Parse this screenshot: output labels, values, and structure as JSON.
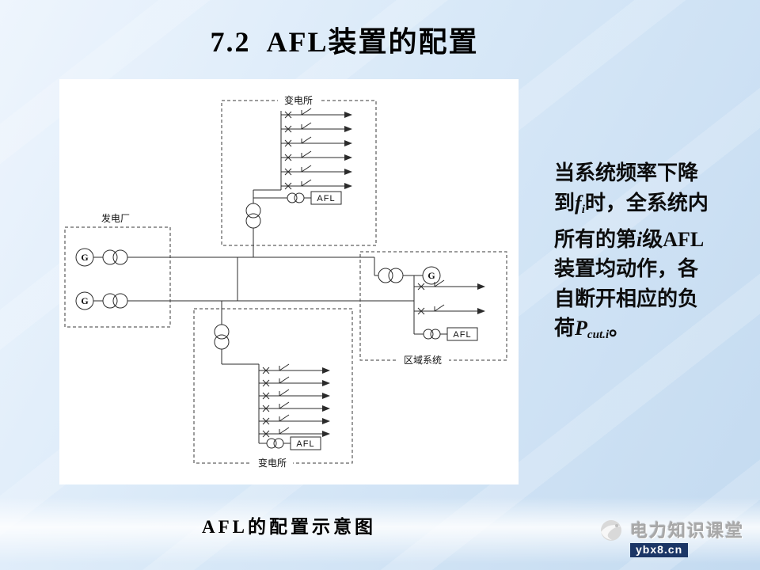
{
  "slide": {
    "title": "7.2  AFL装置的配置",
    "caption": "AFL的配置示意图"
  },
  "paragraph": {
    "line1": "当系统频率下降",
    "line2_pre": "到",
    "line2_math": "f",
    "line2_sub": "i",
    "line2_post": "时，全系统内",
    "line3_pre": "所有的第",
    "line3_math": "i",
    "line3_post": "级AFL",
    "line4": "装置均动作，各",
    "line5": "自断开相应的负",
    "line6_pre": "荷",
    "line6_math": "P",
    "line6_sub": "cut.i",
    "line6_post": "。"
  },
  "diagram": {
    "labels": {
      "substation_top": "变电所",
      "substation_bottom": "变电所",
      "power_plant": "发电厂",
      "regional_system": "区域系统"
    },
    "afl_label": "AFL",
    "generator_label": "G"
  },
  "watermark": {
    "brand": "电力知识课堂",
    "site": "ybx8.cn",
    "logo_icon": "swirl-logo-icon"
  },
  "colors": {
    "background_top": "#eef5fd",
    "background_bottom": "#c3daf0",
    "panel_bg": "#ffffff",
    "diagram_stroke": "#2b2b2b",
    "site_badge_bg": "#1b3666",
    "brand_gray": "#a8a8a8"
  }
}
